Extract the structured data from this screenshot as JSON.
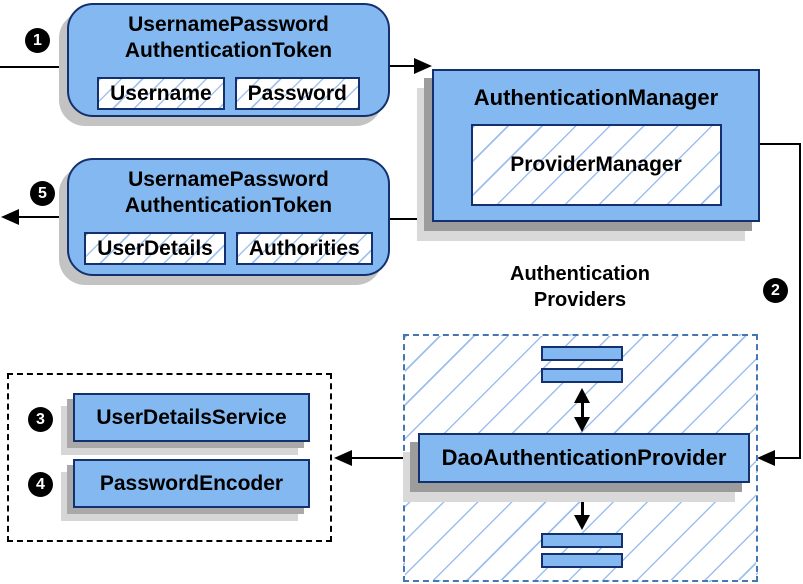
{
  "badges": {
    "step1": "1",
    "step2": "2",
    "step3": "3",
    "step4": "4",
    "step5": "5"
  },
  "token_request": {
    "title_line1": "UsernamePassword",
    "title_line2": "AuthenticationToken",
    "fields": [
      "Username",
      "Password"
    ]
  },
  "token_response": {
    "title_line1": "UsernamePassword",
    "title_line2": "AuthenticationToken",
    "fields": [
      "UserDetails",
      "Authorities"
    ]
  },
  "auth_manager": {
    "title": "AuthenticationManager",
    "inner_label": "ProviderManager"
  },
  "providers_group": {
    "label_line1": "Authentication",
    "label_line2": "Providers"
  },
  "dao_provider": {
    "label": "DaoAuthenticationProvider"
  },
  "services": {
    "user_details_service": "UserDetailsService",
    "password_encoder": "PasswordEncoder"
  },
  "colors": {
    "box_fill": "#83b8f0",
    "box_border": "#15306e",
    "hatch_line": "#9fc4ef",
    "dashed_border": "#4576b0",
    "dotted_border": "#000000",
    "shadow_dark": "#9c9c9c",
    "shadow_light": "#d9d9d9",
    "connector": "#000000",
    "badge_bg": "#000000",
    "badge_text": "#ffffff"
  }
}
